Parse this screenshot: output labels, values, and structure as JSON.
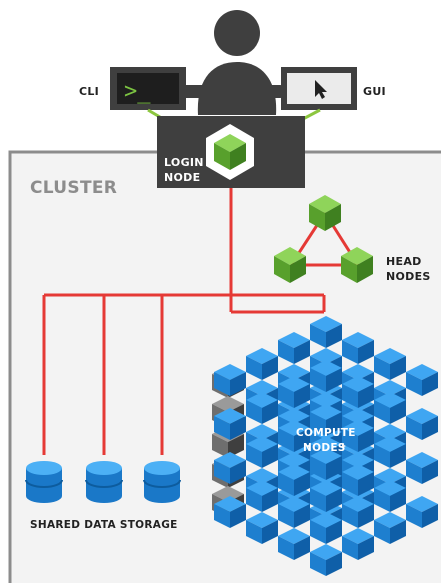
{
  "diagram": {
    "cluster_label": "CLUSTER",
    "cli_label": "CLI",
    "gui_label": "GUI",
    "terminal_prompt": ">_",
    "login_node_line1": "LOGIN",
    "login_node_line2": "NODE",
    "head_nodes_line1": "HEAD",
    "head_nodes_line2": "NODES",
    "compute_nodes_line1": "COMPUTE",
    "compute_nodes_line2": "NODES",
    "storage_label": "SHARED DATA STORAGE",
    "icons": [
      "user-icon",
      "terminal-icon",
      "cursor-icon",
      "login-node-cube-icon",
      "head-node-cube-icon",
      "compute-cube-icon",
      "storage-cylinder-icon"
    ],
    "colors": {
      "green": "#6ab23a",
      "blue": "#1a7fd0",
      "red_link": "#e53935",
      "dark_gray": "#444444",
      "cluster_border": "#8c8c8c",
      "cluster_fill": "#f2f2f2"
    }
  }
}
